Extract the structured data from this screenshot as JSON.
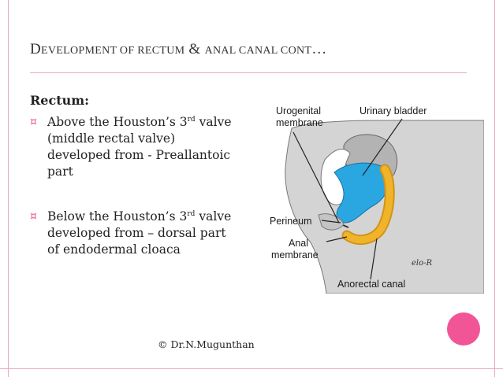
{
  "slide": {
    "title_parts": [
      {
        "text": "D",
        "big": true
      },
      {
        "text": "evelopment",
        "big": false
      },
      {
        "text": " ",
        "big": false
      },
      {
        "text": "of",
        "big": false
      },
      {
        "text": " ",
        "big": false
      },
      {
        "text": "rectum",
        "big": false
      },
      {
        "text": " & ",
        "big": true
      },
      {
        "text": "anal canal cont",
        "big": false
      },
      {
        "text": "…",
        "big": true
      }
    ],
    "section_label": "Rectum:",
    "bullets": [
      {
        "before": "Above the Houston’s 3",
        "sup": "rd",
        "after": " valve (middle rectal valve) developed from - Preallantoic part"
      },
      {
        "before": "Below the Houston’s 3",
        "sup": "rd",
        "after": " valve developed from – dorsal part of endodermal cloaca"
      }
    ],
    "bullet_marker": "¤",
    "copyright": "© Dr.N.Mugunthan"
  },
  "diagram": {
    "labels": {
      "urogenital_line1": "Urogenital",
      "urogenital_line2": "membrane",
      "urinary_bladder": "Urinary bladder",
      "perineum": "Perineum",
      "anal_line1": "Anal",
      "anal_line2": "membrane",
      "anorectal_canal": "Anorectal canal",
      "signature": "elo-R"
    },
    "colors": {
      "tissue": "#d4d4d4",
      "tissue_dark": "#b3b3b3",
      "bladder": "#2aa7e0",
      "anorectal": "#f0b42a",
      "accent": "#f25596"
    }
  }
}
